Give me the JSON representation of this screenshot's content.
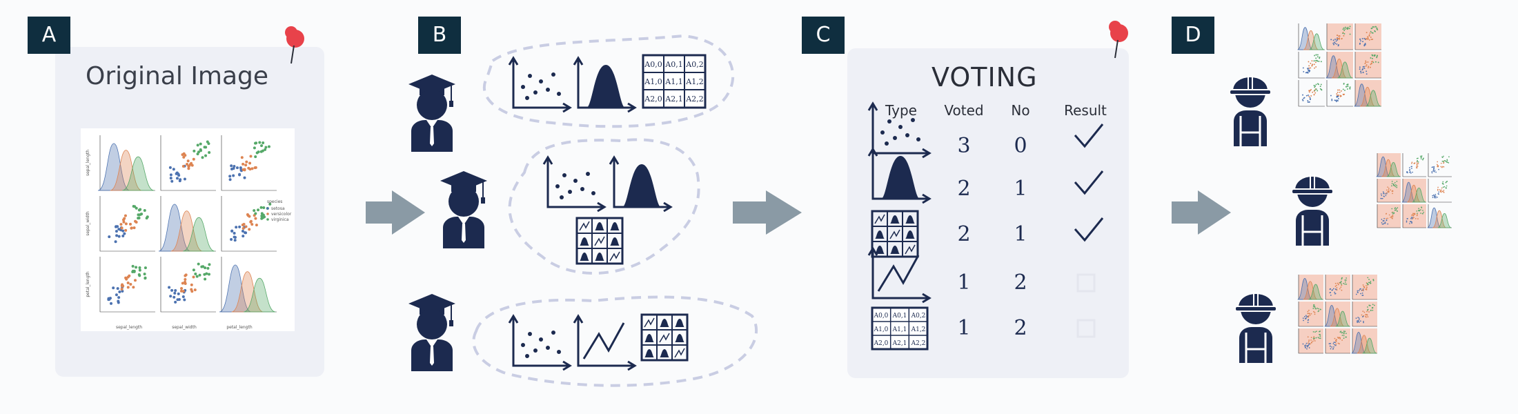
{
  "panels": {
    "a": "A",
    "b": "B",
    "c": "C",
    "d": "D"
  },
  "original_image": {
    "title": "Original Image",
    "x_labels": [
      "sepal_length",
      "sepal_width",
      "petal_length"
    ],
    "y_labels": [
      "sepal_length",
      "sepal_width",
      "petal_length"
    ],
    "legend": {
      "title": "species",
      "items": [
        "setosa",
        "versicolor",
        "virginica"
      ]
    }
  },
  "table_cells": [
    "A0,0",
    "A0,1",
    "A0,2",
    "A1,0",
    "A1,1",
    "A1,2",
    "A2,0",
    "A2,1",
    "A2,2"
  ],
  "voting": {
    "title": "VOTING",
    "headers": [
      "Type",
      "Voted",
      "No",
      "Result"
    ],
    "rows": [
      {
        "type": "scatter",
        "voted": "3",
        "no": "0",
        "result": "accepted"
      },
      {
        "type": "kde",
        "voted": "2",
        "no": "1",
        "result": "accepted"
      },
      {
        "type": "pair-grid",
        "voted": "2",
        "no": "1",
        "result": "accepted"
      },
      {
        "type": "line",
        "voted": "1",
        "no": "2",
        "result": "rejected"
      },
      {
        "type": "table",
        "voted": "1",
        "no": "2",
        "result": "rejected"
      }
    ]
  },
  "colors": {
    "navy": "#1c2a4f",
    "panel": "#eef0f6",
    "label_bg": "#0f2e3f",
    "dash": "#c9cde3",
    "arrow": "#8a9aa5",
    "pin": "#e8424a",
    "setosa": "#4c72b0",
    "versicolor": "#dd8452",
    "virginica": "#55a868",
    "highlight": "#f6cfc2"
  }
}
